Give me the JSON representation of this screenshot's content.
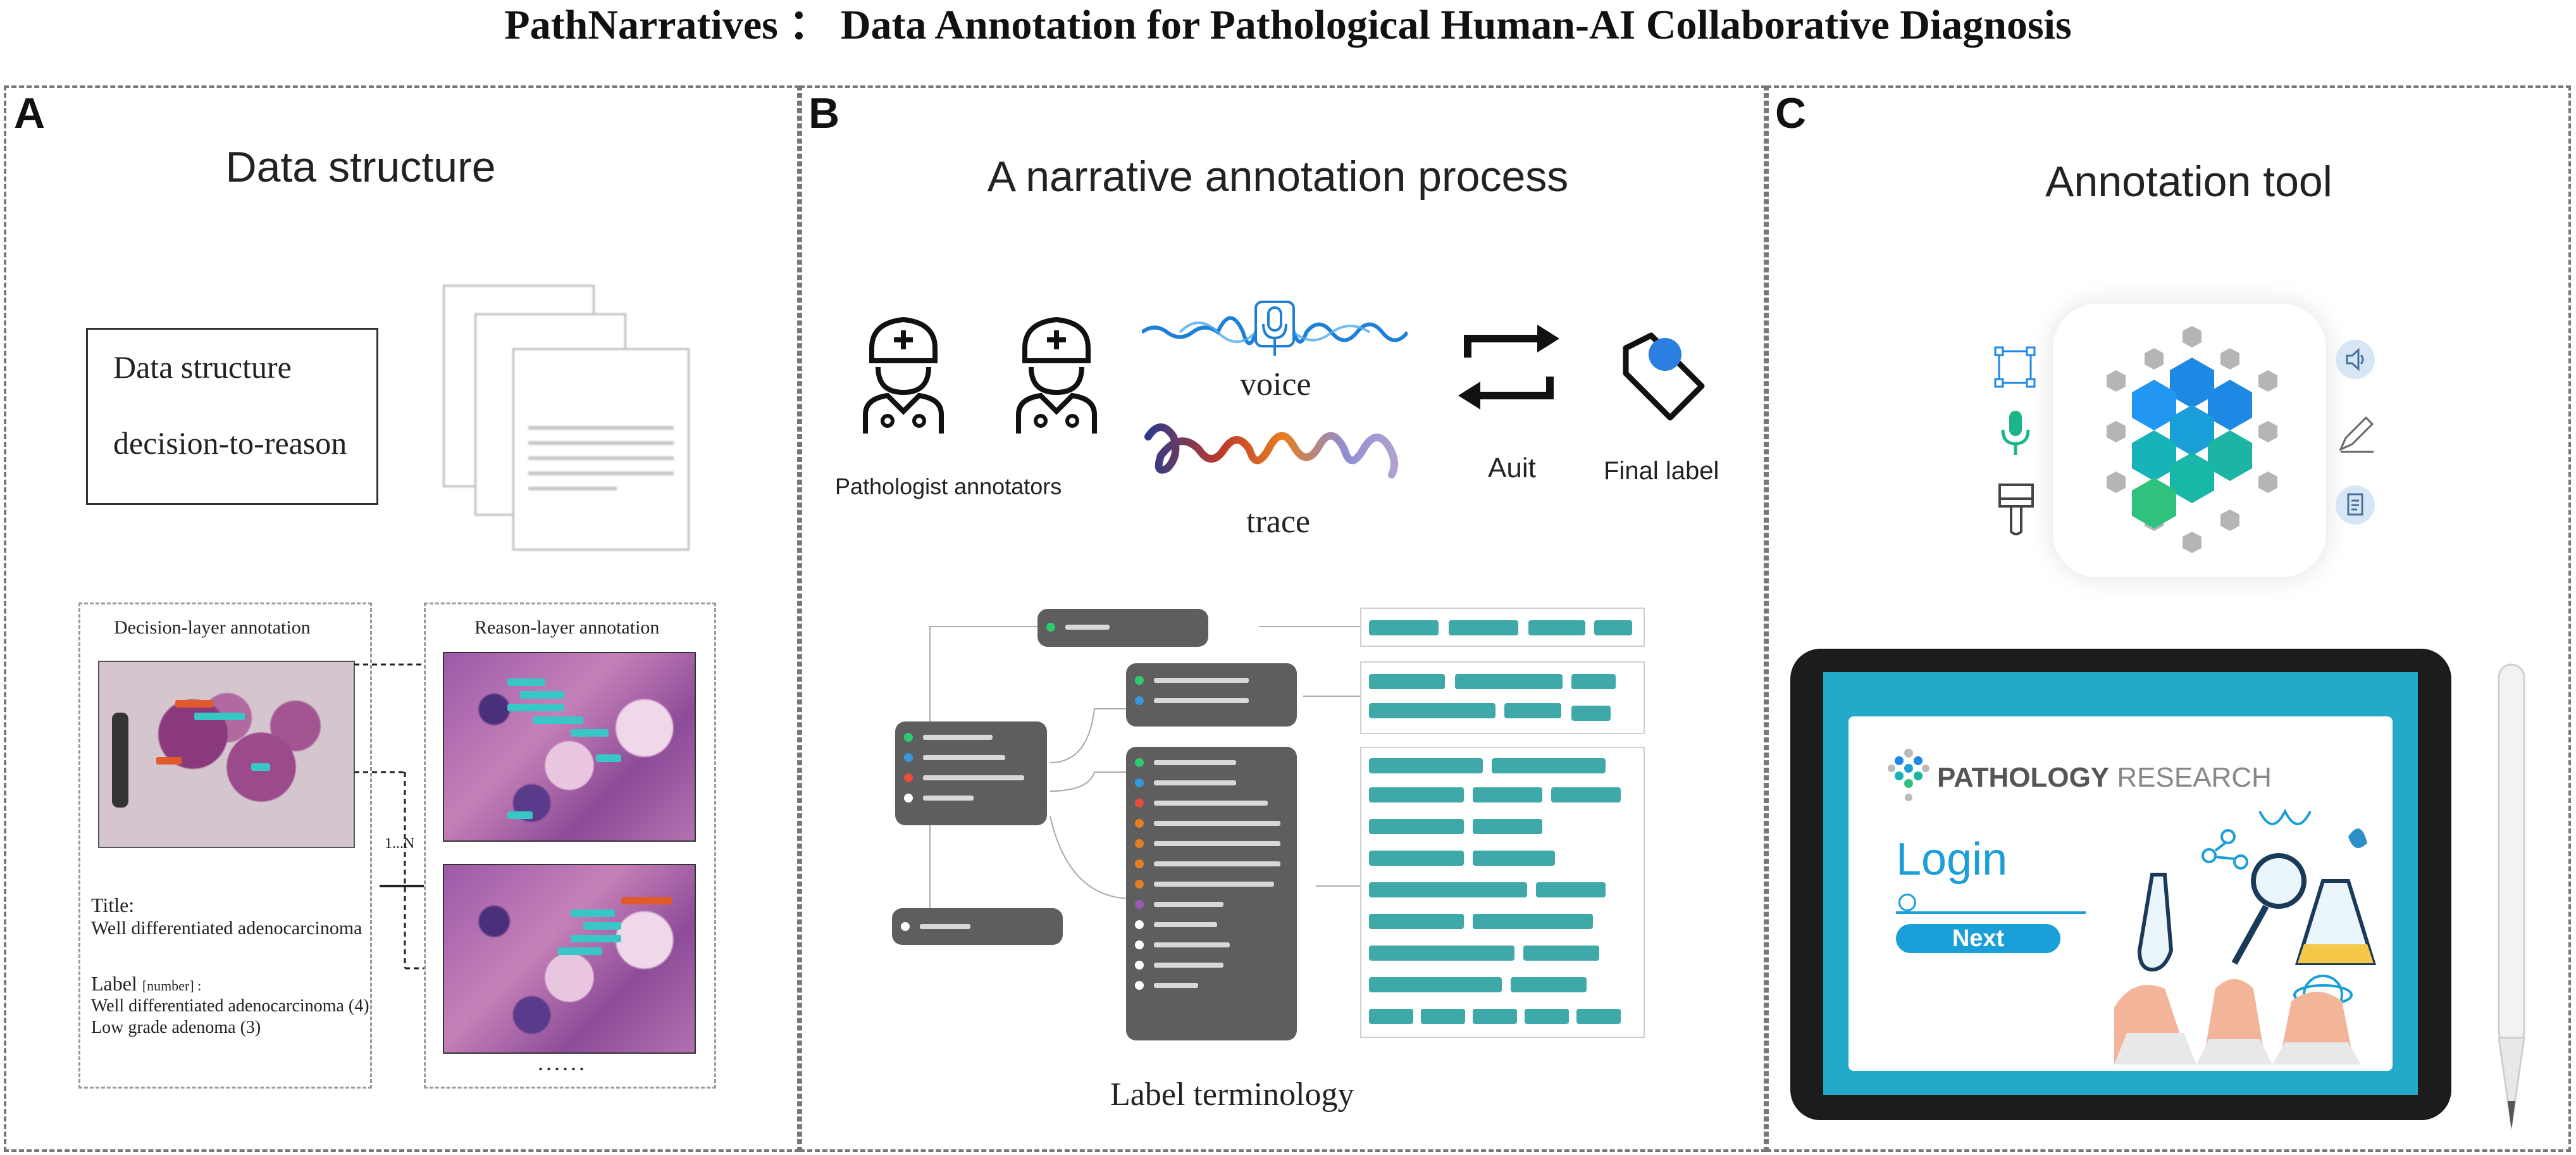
{
  "figure": {
    "title": "PathNarratives ： Data Annotation for Pathological Human-AI Collaborative Diagnosis"
  },
  "panel_a": {
    "letter": "A",
    "title": "Data structure",
    "box_line1": "Data structure",
    "box_line2": "decision-to-reason",
    "decision_caption": "Decision-layer annotation",
    "reason_caption": "Reason-layer annotation",
    "arrow_label": "1...N",
    "title_label": "Title:",
    "title_value": "Well differentiated adenocarcinoma",
    "label_heading": "Label",
    "label_suffix": "[number] :",
    "label_items": [
      "Well differentiated adenocarcinoma  (4)",
      "Low grade adenoma  (3)"
    ],
    "ellipsis": "......"
  },
  "panel_b": {
    "letter": "B",
    "title": "A narrative annotation process",
    "pathologist_label": "Pathologist annotators",
    "voice_label": "voice",
    "trace_label": "trace",
    "audit_label": "Auit",
    "final_label": "Final label",
    "terminology_label": "Label terminology"
  },
  "panel_c": {
    "letter": "C",
    "title": "Annotation tool",
    "app_logo_text": "PATHOLOGY",
    "app_logo_sub": "RESEARCH",
    "login_label": "Login",
    "next_label": "Next"
  },
  "colors": {
    "teal_chip": "#3fa9a9",
    "screen_blue": "#23a9c9",
    "hex_blue": "#1e88e5",
    "hex_teal": "#1cb5a3",
    "hex_green": "#2ec27e",
    "hex_grey": "#b5b5b5"
  },
  "icons": [
    "doctor-icon",
    "microphone-icon",
    "loop-arrows-icon",
    "tag-icon",
    "bounding-box-icon",
    "brush-icon",
    "speaker-icon",
    "pen-icon",
    "document-icon"
  ]
}
